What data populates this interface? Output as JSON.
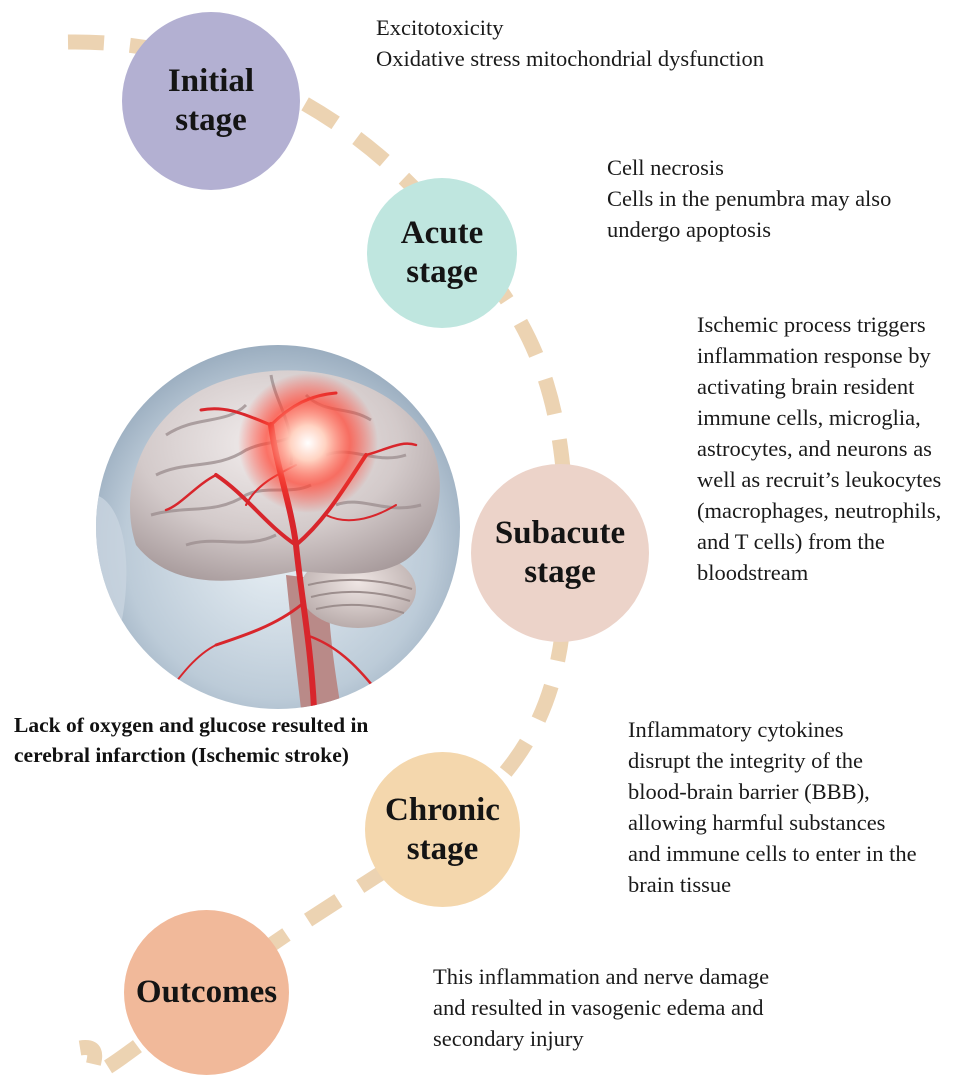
{
  "colors": {
    "path_dash": "#ecd3b2",
    "initial": "#b3b0d2",
    "acute": "#bfe6df",
    "subacute": "#ecd3c9",
    "chronic": "#f4d7ad",
    "outcomes": "#f1b99a",
    "vessel_red": "#d8262c",
    "brain_grey": "#d9d2d2"
  },
  "stages": [
    {
      "id": "initial",
      "label": "Initial\nstage",
      "description": "Excitotoxicity\nOxidative stress mitochondrial dysfunction"
    },
    {
      "id": "acute",
      "label": "Acute\nstage",
      "description": "Cell necrosis\nCells in the penumbra may also\nundergo apoptosis"
    },
    {
      "id": "subacute",
      "label": "Subacute\nstage",
      "description": "Ischemic process triggers\ninflammation response by\nactivating brain resident\nimmune cells, microglia,\nastrocytes, and neurons as\nwell as recruit’s leukocytes\n(macrophages, neutrophils,\nand T cells) from the\nbloodstream"
    },
    {
      "id": "chronic",
      "label": "Chronic\nstage",
      "description": "Inflammatory cytokines\ndisrupt the integrity of the\nblood-brain barrier (BBB),\nallowing harmful substances\nand immune cells to enter in the\nbrain tissue"
    },
    {
      "id": "outcomes",
      "label": "Outcomes",
      "description": "This inflammation and nerve damage\nand resulted in vasogenic edema and\nsecondary injury"
    }
  ],
  "brain_caption": "Lack of oxygen and glucose resulted in\ncerebral infarction (Ischemic stroke)"
}
